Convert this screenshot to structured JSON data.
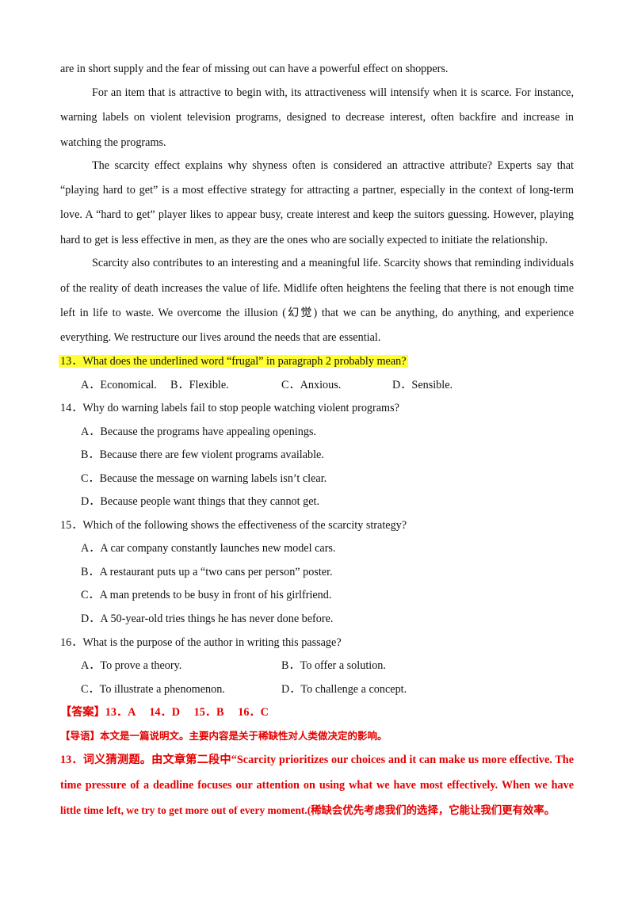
{
  "passage": {
    "l1": "are in short supply and the fear of missing out can have a powerful effect on shoppers.",
    "p2_1": "For an item that is attractive to begin with, its attractiveness will intensify when it is scarce. For instance,",
    "p2_2": "warning labels on violent television programs, designed to decrease interest, often backfire and increase in",
    "p2_3": "watching the programs.",
    "p3_1": "The scarcity effect explains why shyness often is considered an attractive attribute? Experts say that",
    "p3_2": "“playing hard to get” is a most effective strategy for attracting a partner, especially in the context of long-term",
    "p3_3": "love. A “hard to get” player likes to appear busy, create interest and keep the suitors guessing. However, playing",
    "p3_4": "hard to get is less effective in men, as they are the ones who are socially expected to initiate the relationship.",
    "p4_1": "Scarcity also contributes to an interesting and a meaningful life. Scarcity shows that reminding individuals",
    "p4_2": "of the reality of death increases the value of life. Midlife often heightens the feeling that there is not enough time",
    "p4_3": "left in life to waste. We overcome the illusion (幻觉) that we can be anything, do anything, and experience",
    "p4_4": "everything. We restructure our lives around the needs that are essential."
  },
  "questions": {
    "q13": {
      "stem": "13．What does the underlined word “frugal” in paragraph 2 probably mean?",
      "a": "A．Economical.",
      "b": "B．Flexible.",
      "c": "C．Anxious.",
      "d": "D．Sensible."
    },
    "q14": {
      "stem": "14．Why do warning labels fail to stop people watching violent programs?",
      "a": "A．Because the programs have appealing openings.",
      "b": "B．Because there are few violent programs available.",
      "c": "C．Because the message on warning labels isn’t clear.",
      "d": "D．Because people want things that they cannot get."
    },
    "q15": {
      "stem": "15．Which of the following shows the effectiveness of the scarcity strategy?",
      "a": "A．A car company constantly launches new model cars.",
      "b": "B．A restaurant puts up a “two cans per person” poster.",
      "c": "C．A man pretends to be busy in front of his girlfriend.",
      "d": "D．A 50-year-old tries things he has never done before."
    },
    "q16": {
      "stem": "16．What is the purpose of the author in writing this passage?",
      "a": "A．To prove a theory.",
      "b": "B．To offer a solution.",
      "c": "C．To illustrate a phenomenon.",
      "d": "D．To challenge a concept."
    }
  },
  "answers": {
    "line": "【答案】13．A     14．D     15．B     16．C",
    "guide": "【导语】本文是一篇说明文。主要内容是关于稀缺性对人类做决定的影响。",
    "exp1": "13．词义猜测题。由文章第二段中“Scarcity prioritizes our choices and it can make us more effective. The",
    "exp2": "time pressure of a deadline focuses our attention on using what we have most effectively. When we have",
    "exp3": "little time left, we try to get more out of every moment.(稀缺会优先考虑我们的选择，它能让我们更有效率。"
  },
  "colors": {
    "highlight": "#ffff33",
    "answer_red": "#e60000",
    "text": "#111111"
  }
}
